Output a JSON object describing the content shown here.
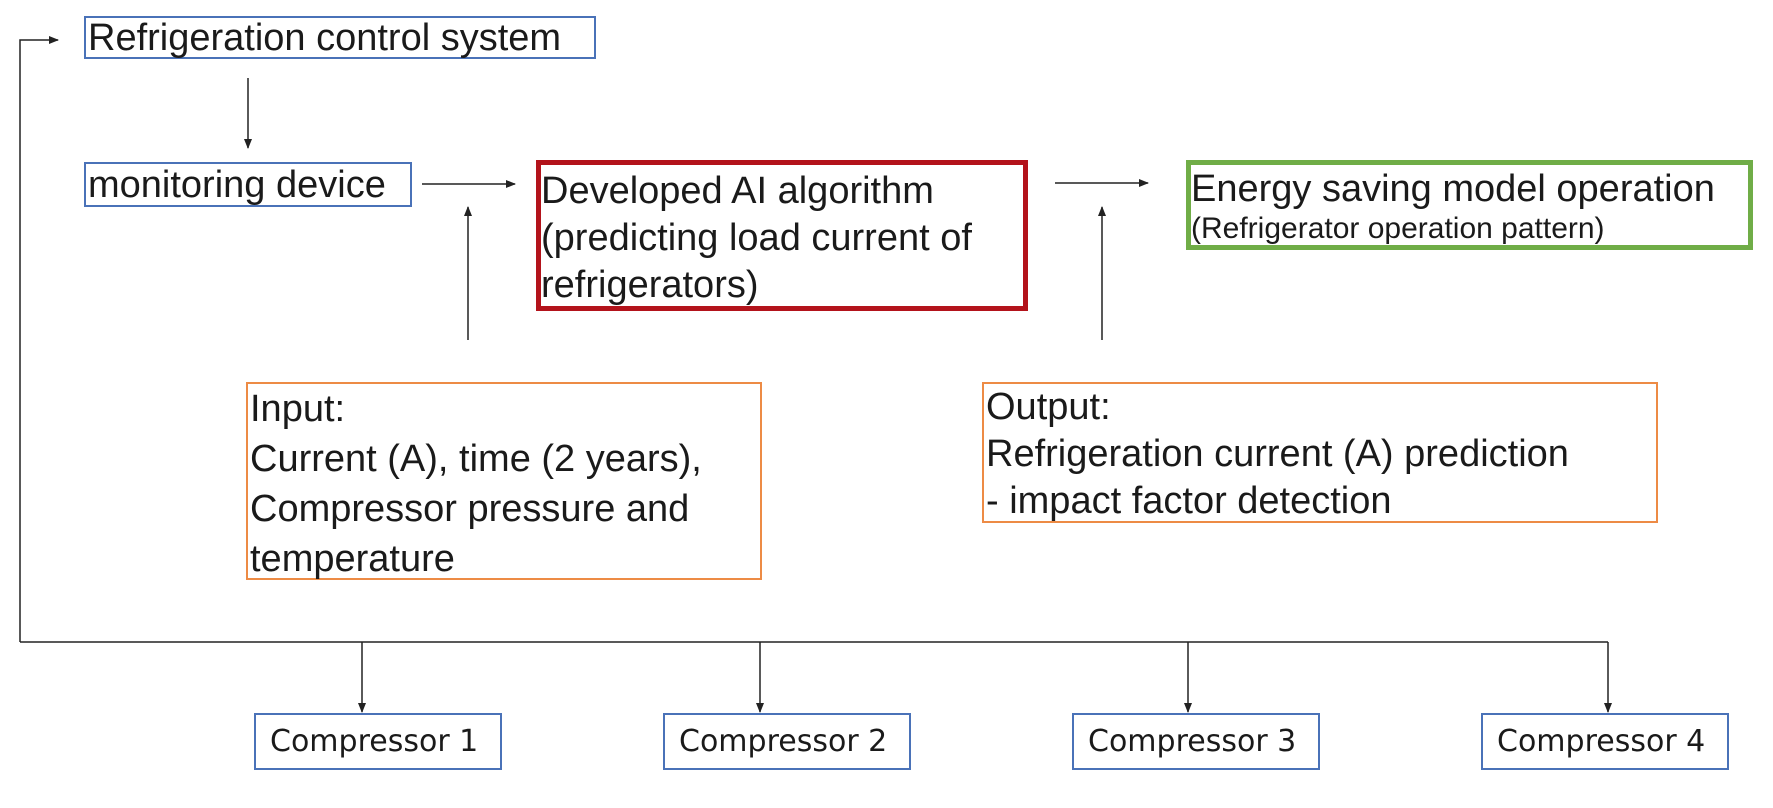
{
  "title": "Refrigeration control system",
  "monitoring_device": "monitoring device",
  "ai_box": {
    "lines": [
      "Developed AI algorithm",
      "(predicting load current of",
      "refrigerators)"
    ]
  },
  "energy_box": {
    "line1": "Energy saving model operation",
    "line2": "(Refrigerator operation pattern)"
  },
  "input_box": {
    "lines": [
      "Input:",
      "Current (A), time (2 years),",
      "Compressor pressure and",
      "temperature"
    ]
  },
  "output_box": {
    "lines": [
      "Output:",
      "Refrigeration current (A) prediction",
      "- impact factor detection"
    ]
  },
  "compressors": [
    "Compressor 1",
    "Compressor 2",
    "Compressor 3",
    "Compressor 4"
  ],
  "colors": {
    "blue_border": "#4a72b8",
    "red_border": "#b3131b",
    "green_border": "#70ad47",
    "orange_border": "#ed8b45",
    "line": "#222222"
  }
}
